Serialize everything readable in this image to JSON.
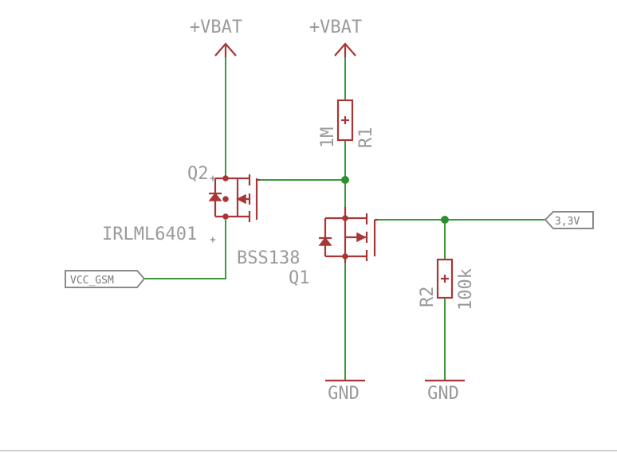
{
  "colors": {
    "wire": "#3a9a3a",
    "component": "#a83636",
    "label_text": "#9a9a9a",
    "port_outline": "#8a8a8a",
    "junction": "#2e8f2e"
  },
  "supplies": {
    "vbat_left": "+VBAT",
    "vbat_right": "+VBAT",
    "gnd_left": "GND",
    "gnd_right": "GND"
  },
  "components": {
    "q2": {
      "name": "Q2",
      "value": "IRLML6401"
    },
    "q1": {
      "name": "Q1",
      "value": "BSS138"
    },
    "r1": {
      "name": "R1",
      "value": "1M"
    },
    "r2": {
      "name": "R2",
      "value": "100k"
    }
  },
  "ports": {
    "vcc_gsm": "VCC_GSM",
    "v33": "3,3V"
  },
  "pin_markers": {
    "plus": "+"
  }
}
